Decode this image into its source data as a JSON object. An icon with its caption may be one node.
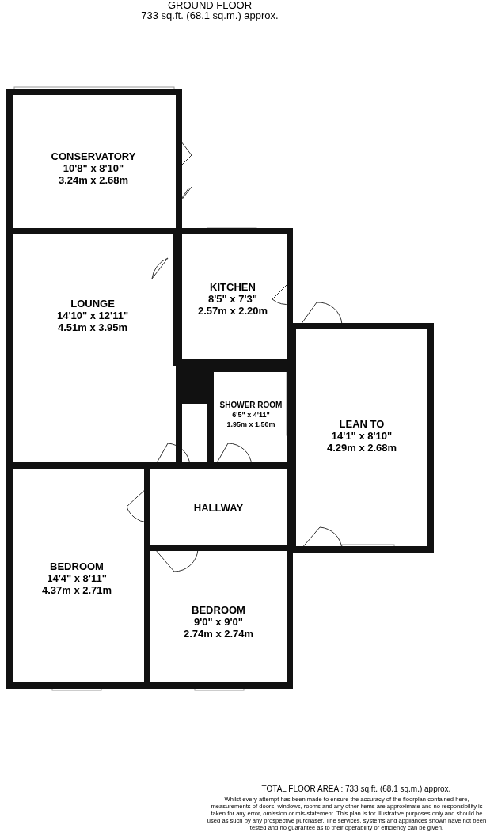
{
  "diagram": {
    "title": "GROUND FLOOR",
    "nodes": [
      {
        "text": [
          "CONSERVATORY",
          "10'8\"  x 8'10\"",
          "3.24m  x 2.68m"
        ]
      },
      {
        "text": [
          "LOUNGE",
          "14'10\"  x 12'11\"",
          "4.51m  x 3.95m"
        ]
      },
      {
        "text": [
          "KITCHEN",
          "8'5\"  x 7'3\"",
          "2.57m  x 2.20m"
        ]
      },
      {
        "text": [
          "SHOWER ROOM",
          "6'5\"  x 4'11\"",
          "1.95m  x 1.50m"
        ]
      },
      {
        "text": [
          "LEAN TO",
          "14'1\"  x 8'10\"",
          "4.29m  x 2.68m"
        ]
      },
      {
        "text": [
          "HALLWAY"
        ]
      },
      {
        "text": [
          "BEDROOM",
          "14'4\"  x 8'11\"",
          "4.37m  x 2.71m"
        ]
      },
      {
        "text": [
          "BEDROOM",
          "9'0\"  x 9'0\"",
          "2.74m  x 2.74m"
        ]
      }
    ],
    "labels": [
      "733 sq.ft. (68.1 sq.m.) approx.",
      "TOTAL FLOOR AREA : 733 sq.ft. (68.1 sq.m.) approx.",
      "Whilst every attempt has been made to ensure the accuracy of the floorplan contained here, measurements of doors, windows, rooms and any other items are approximate and no responsibility is taken for any error, omission or mis-statement. This plan is for illustrative purposes only and should be used as such by any prospective purchaser. The services, systems and appliances shown have not been tested and no guarantee as to their operability or efficiency can be given."
    ]
  }
}
